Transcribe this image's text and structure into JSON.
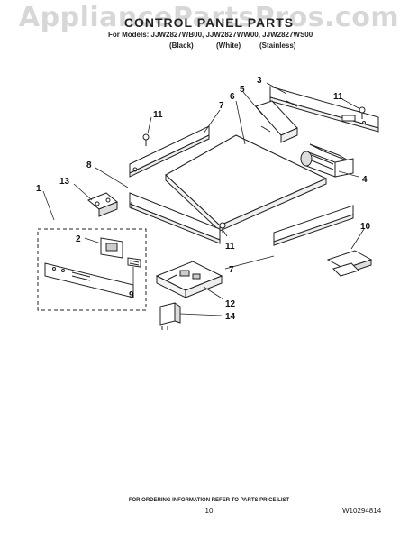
{
  "watermark": "AppliancePartsPros.com",
  "header": {
    "title": "CONTROL PANEL PARTS",
    "models_line": "For Models: JJW2827WB00, JJW2827WW00, JJW2827WS00",
    "variants": [
      "(Black)",
      "(White)",
      "(Stainless)"
    ]
  },
  "callouts": [
    "1",
    "2",
    "3",
    "4",
    "5",
    "6",
    "7",
    "7",
    "8",
    "9",
    "10",
    "11",
    "11",
    "11",
    "12",
    "13",
    "14"
  ],
  "footer": {
    "ordering_note": "FOR ORDERING INFORMATION REFER TO PARTS PRICE LIST",
    "page_number": "10",
    "doc_number": "W10294814"
  }
}
